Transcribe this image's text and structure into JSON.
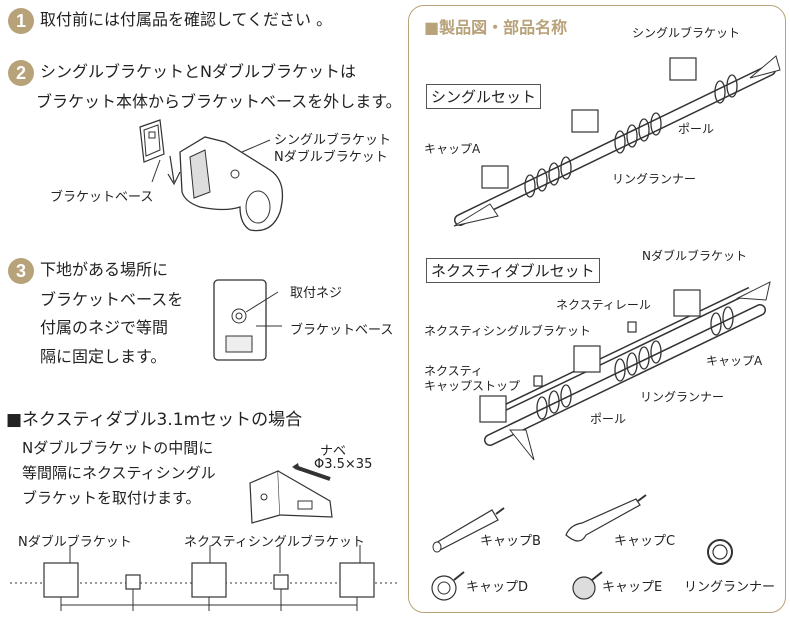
{
  "steps": [
    {
      "num": "1",
      "text": "取付前には付属品を確認してください 。"
    },
    {
      "num": "2",
      "line1": "シングルブラケットとNダブルブラケットは",
      "line2": "ブラケット本体からブラケットベースを外します。"
    },
    {
      "num": "3",
      "line1": "下地がある場所に",
      "line2": "ブラケットベースを",
      "line3": "付属のネジで等間",
      "line4": "隔に固定します。"
    }
  ],
  "step2_labels": {
    "bracket_single": "シングルブラケット",
    "bracket_double": "Nダブルブラケット",
    "bracket_base": "ブラケットベース"
  },
  "step3_labels": {
    "screw": "取付ネジ",
    "base": "ブラケットベース"
  },
  "section": {
    "title": "■ネクスティダブル3.1mセットの場合",
    "line1": "Nダブルブラケットの中間に",
    "line2": "等間隔にネクスティシングル",
    "line3": "ブラケットを取付けます。",
    "screw_name": "ナベ",
    "screw_size": "Φ3.5×35",
    "label_double": "Nダブルブラケット",
    "label_single": "ネクスティシングルブラケット"
  },
  "panel": {
    "title": "■製品図・部品名称",
    "single_set": "シングルセット",
    "double_set": "ネクスティダブルセット",
    "single_labels": {
      "single_bracket": "シングルブラケット",
      "cap_a": "キャップA",
      "pole": "ポール",
      "ring": "リングランナー"
    },
    "double_labels": {
      "n_double": "Nダブルブラケット",
      "rail": "ネクスティレール",
      "single_bracket": "ネクスティシングルブラケット",
      "cap_stop_1": "ネクスティ",
      "cap_stop_2": "キャップストップ",
      "cap_a": "キャップA",
      "ring": "リングランナー",
      "pole": "ポール"
    },
    "parts": {
      "cap_b": "キャップB",
      "cap_c": "キャップC",
      "cap_d": "キャップD",
      "cap_e": "キャップE",
      "ring": "リングランナー"
    }
  },
  "colors": {
    "accent": "#b8a27a",
    "line": "#333333"
  }
}
